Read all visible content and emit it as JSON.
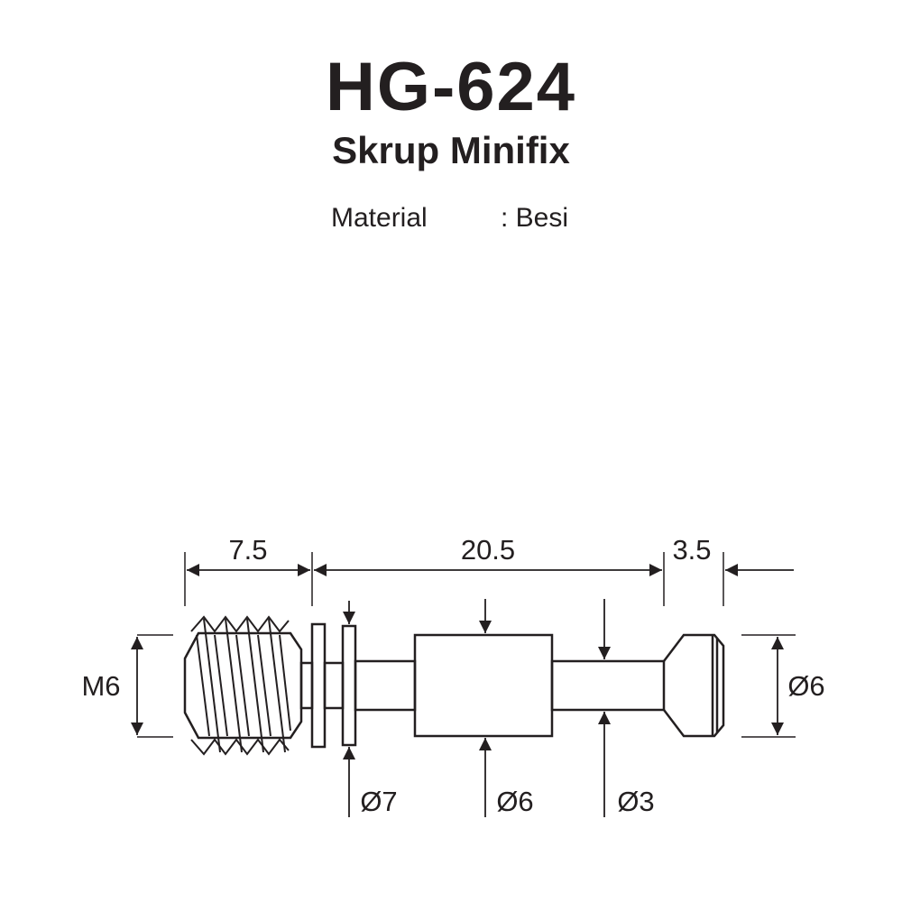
{
  "header": {
    "model": "HG-624",
    "product_name": "Skrup Minifix",
    "spec_label": "Material",
    "spec_value": ": Besi"
  },
  "dimensions": {
    "thread_length": "7.5",
    "body_length": "20.5",
    "head_length": "3.5",
    "thread_size": "M6",
    "head_diameter": "Ø6",
    "flange_diameter": "Ø7",
    "collar_diameter": "Ø6",
    "shaft_diameter": "Ø3"
  },
  "colors": {
    "ink": "#231f20",
    "background": "#ffffff"
  }
}
